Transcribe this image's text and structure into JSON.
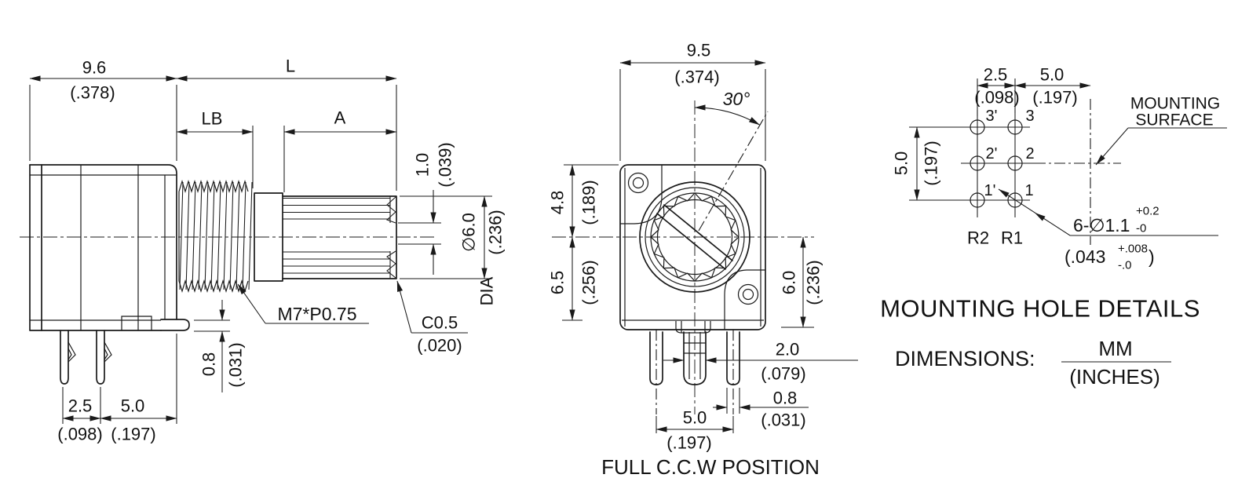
{
  "drawing": {
    "units_note": {
      "numerator": "MM",
      "denominator": "(INCHES)",
      "label": "DIMENSIONS:"
    },
    "colors": {
      "line": "#1a1a1a",
      "background": "#ffffff"
    }
  },
  "side_view": {
    "dim_body_width": {
      "mm": "9.6",
      "in": "(.378)"
    },
    "dim_shaft_length": "L",
    "dim_bushing_length": "LB",
    "dim_flat_length": "A",
    "dim_slot_width": {
      "mm": "1.0",
      "in": "(.039)"
    },
    "dim_shaft_dia": {
      "mm": "∅6.0",
      "in": "(.236)",
      "suffix": "DIA"
    },
    "thread_spec": "M7*P0.75",
    "dim_chamfer": {
      "mm": "C0.5",
      "in": "(.020)"
    },
    "dim_standoff": {
      "mm": "0.8",
      "in": "(.031)"
    },
    "dim_pin_pitch_1": {
      "mm": "2.5",
      "in": "(.098)"
    },
    "dim_pin_pitch_2": {
      "mm": "5.0",
      "in": "(.197)"
    }
  },
  "front_view": {
    "dim_body_width": {
      "mm": "9.5",
      "in": "(.374)"
    },
    "dim_rotation_angle": "30°",
    "dim_upper_height": {
      "mm": "4.8",
      "in": "(.189)"
    },
    "dim_lower_height": {
      "mm": "6.5",
      "in": "(.256)"
    },
    "dim_center_to_bottom": {
      "mm": "6.0",
      "in": "(.236)"
    },
    "dim_center_pin_width": {
      "mm": "2.0",
      "in": "(.079)"
    },
    "dim_pin_thickness": {
      "mm": "0.8",
      "in": "(.031)"
    },
    "dim_pin_span": {
      "mm": "5.0",
      "in": "(.197)"
    },
    "caption": "FULL C.C.W POSITION"
  },
  "mounting_view": {
    "dim_col_pitch": {
      "mm": "2.5",
      "in": "(.098)"
    },
    "dim_col_to_surface": {
      "mm": "5.0",
      "in": "(.197)"
    },
    "dim_row_span": {
      "mm": "5.0",
      "in": "(.197)"
    },
    "surface_label_line1": "MOUNTING",
    "surface_label_line2": "SURFACE",
    "pin_labels": [
      "3'",
      "3",
      "2'",
      "2",
      "1'",
      "1"
    ],
    "row_labels": [
      "R2",
      "R1"
    ],
    "hole_spec": {
      "mm": "6-∅1.1",
      "mm_tol_plus": "+0.2",
      "mm_tol_minus": "-0",
      "in_open": "(.043",
      "in_tol_plus": "+.008",
      "in_tol_minus": "-.0",
      "in_close": ")"
    },
    "title": "MOUNTING HOLE DETAILS"
  }
}
